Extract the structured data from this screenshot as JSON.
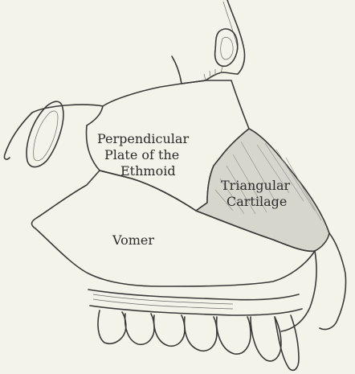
{
  "figure": {
    "labels": {
      "perpendicular_line1": "Perpendicular",
      "perpendicular_line2": "Plate of the",
      "perpendicular_line3": "Ethmoid",
      "triangular_line1": "Triangular",
      "triangular_line2": "Cartilage",
      "vomer": "Vomer"
    },
    "colors": {
      "background": "#f3f3e9",
      "ink": "#3a3a3a",
      "cartilage_fill": "#d6d6cc"
    }
  }
}
